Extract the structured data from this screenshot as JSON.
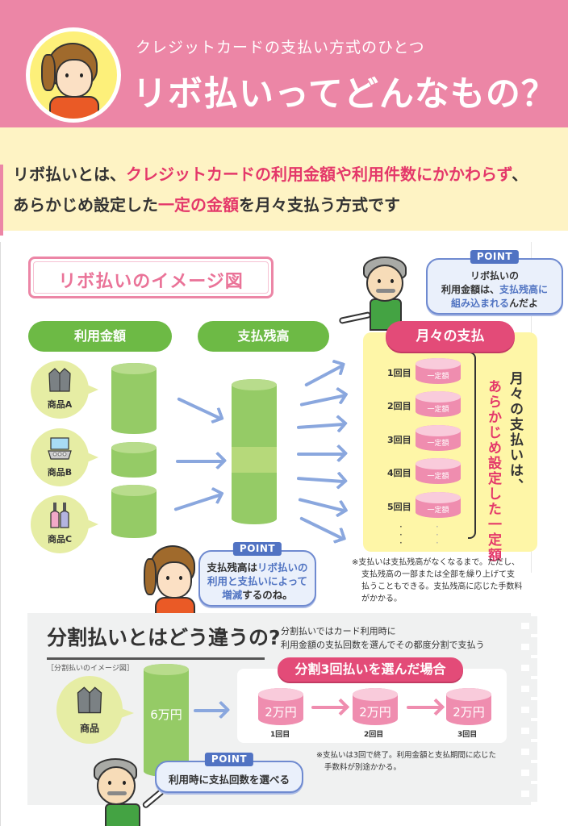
{
  "header": {
    "subtitle": "クレジットカードの支払い方式のひとつ",
    "title": "リボ払いってどんなもの？",
    "colors": {
      "background": "#ec86a6",
      "avatar_bg": "#fdf07a"
    }
  },
  "definition": {
    "line1_prefix": "リボ払いとは、",
    "line1_highlight": "クレジットカードの利用金額や利用件数にかかわらず",
    "line1_suffix": "、",
    "line2_prefix": "あらかじめ設定した",
    "line2_highlight": "一定の金額",
    "line2_suffix": "を月々支払う方式です",
    "colors": {
      "background": "#fef3c4",
      "highlight": "#e4386a"
    }
  },
  "revo_image": {
    "title": "リボ払いのイメージ図",
    "columns": {
      "usage": "利用金額",
      "balance": "支払残高",
      "monthly": "月々の支払"
    },
    "products": [
      {
        "label": "商品A",
        "icon": "jacket-icon"
      },
      {
        "label": "商品B",
        "icon": "makeup-palette-icon"
      },
      {
        "label": "商品C",
        "icon": "wine-bottles-icon"
      }
    ],
    "payments": [
      {
        "label": "1回目",
        "amount": "一定額"
      },
      {
        "label": "2回目",
        "amount": "一定額"
      },
      {
        "label": "3回目",
        "amount": "一定額"
      },
      {
        "label": "4回目",
        "amount": "一定額"
      },
      {
        "label": "5回目",
        "amount": "一定額"
      }
    ],
    "monthly_vertical_black": "月々の支払いは、",
    "monthly_vertical_red": "あらかじめ設定した一定額",
    "point_man": {
      "tag": "POINT",
      "line1": "リボ払いの",
      "line2_prefix": "利用金額は、",
      "line2_highlight": "支払残高に",
      "line3_highlight": "組み込まれる",
      "line3_suffix": "んだよ"
    },
    "point_girl": {
      "tag": "POINT",
      "line1_prefix": "支払残高は",
      "line1_highlight": "リボ払いの",
      "line2_highlight": "利用と支払いによって",
      "line3_highlight": "増減",
      "line3_suffix": "するのね。"
    },
    "note": {
      "line1": "※支払いは支払残高がなくなるまで。ただし、",
      "line2": "支払残高の一部または全部を繰り上げて支",
      "line3": "払うこともできる。支払残高に応じた手数料",
      "line4": "がかかる。"
    }
  },
  "bunkatsu": {
    "title": "分割払いとはどう違うの?",
    "desc_line1": "分割払いではカード利用時に",
    "desc_line2": "利用金額の支払回数を選んでその都度分割で支払う",
    "caption": "［分割払いのイメージ図］",
    "product_label": "商品",
    "total": "6万円",
    "scenario": "分割3回払いを選んだ場合",
    "installments": [
      {
        "amount": "2万円",
        "label": "1回目"
      },
      {
        "amount": "2万円",
        "label": "2回目"
      },
      {
        "amount": "2万円",
        "label": "3回目"
      }
    ],
    "point": {
      "tag": "POINT",
      "text": "利用時に支払回数を選べる"
    },
    "note_line1": "※支払いは3回で終了。利用金額と支払期間に応じた",
    "note_line2": "手数料が別途かかる。"
  }
}
